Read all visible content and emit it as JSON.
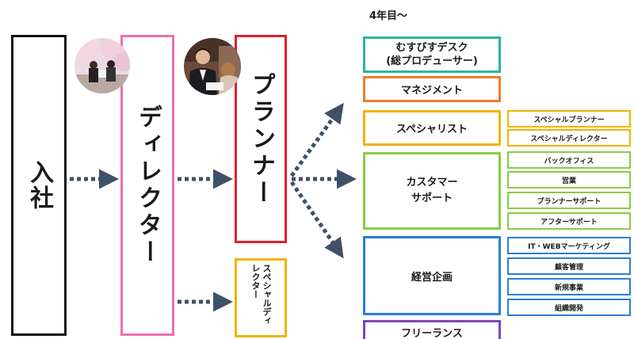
{
  "stages": {
    "nyusha": "入社",
    "director": "ディレクター",
    "planner": "プランナー",
    "special_director": "スペシャルディレクター"
  },
  "year_label": "4年目〜",
  "careers": {
    "musubi_line1": "むすびすデスク",
    "musubi_line2": "(総プロデューサー)",
    "management": "マネジメント",
    "specialist": "スペシャリスト",
    "cs_line1": "カスタマー",
    "cs_line2": "サポート",
    "planning": "経営企画",
    "freelance": "フリーランス"
  },
  "sub_roles": {
    "specialist": [
      "スペシャルプランナー",
      "スペシャルディレクター"
    ],
    "cs": [
      "バックオフィス",
      "営業",
      "プランナーサポート",
      "アフターサポート"
    ],
    "planning": [
      "IT・WEBマーケティング",
      "顧客管理",
      "新規事業",
      "組織開発"
    ]
  },
  "colors": {
    "arrow": "#3f5168",
    "director": "#ee6fb0",
    "planner": "#e0202a",
    "special_director": "#f2b200",
    "musubi": "#2fb59c",
    "management": "#f07a30",
    "specialist": "#f2b200",
    "cs": "#88cc44",
    "planning": "#2a7fd4",
    "freelance": "#7e45b6"
  },
  "photos": [
    {
      "name": "photo-cherry-blossom-couple"
    },
    {
      "name": "photo-planner-meeting"
    }
  ]
}
